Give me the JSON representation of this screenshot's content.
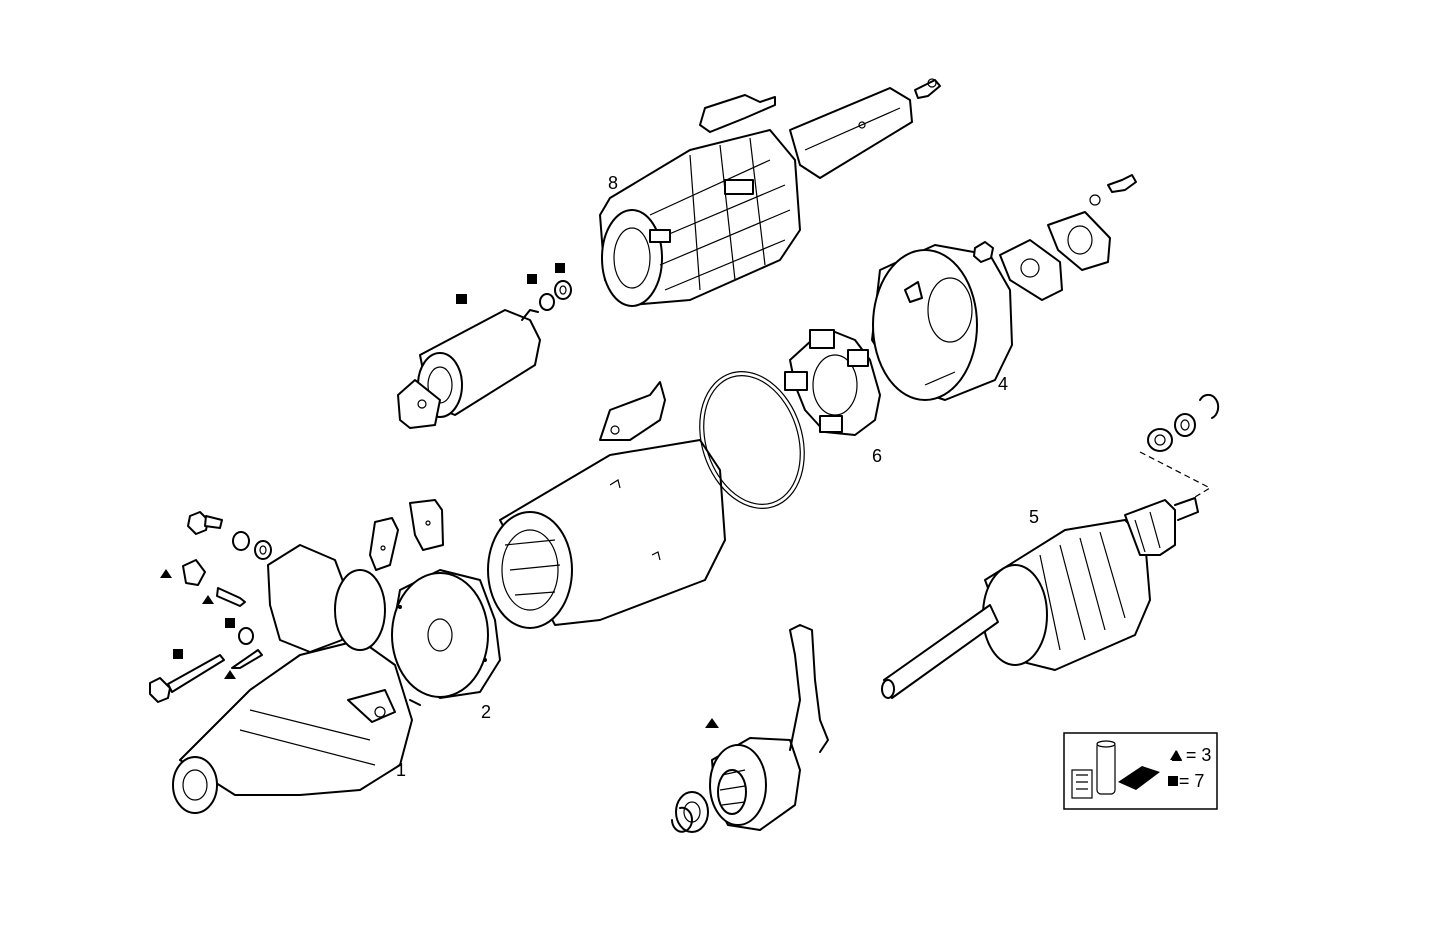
{
  "diagram": {
    "callouts": [
      {
        "id": "1",
        "text": "1"
      },
      {
        "id": "2",
        "text": "2"
      },
      {
        "id": "4",
        "text": "4"
      },
      {
        "id": "5",
        "text": "5"
      },
      {
        "id": "6",
        "text": "6"
      },
      {
        "id": "8",
        "text": "8"
      }
    ],
    "legend": {
      "triangle_text": "▲= 3",
      "square_text": "■= 7"
    }
  }
}
